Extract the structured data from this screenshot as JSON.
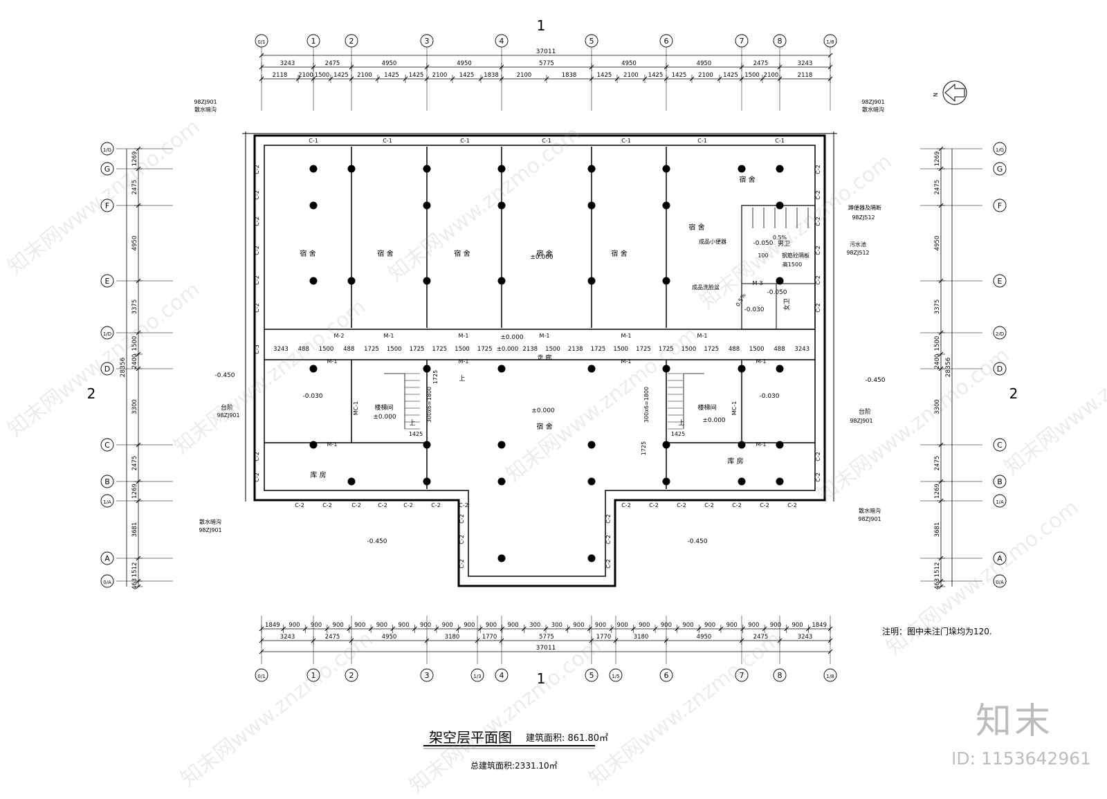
{
  "drawing": {
    "title": "架空层平面图",
    "area": "建筑面积: 861.80㎡",
    "total_area": "总建筑面积:2331.10㎡",
    "note": "注明：图中未注门垛均为120.",
    "section_mark": "1",
    "side_mark": "2",
    "north": "N",
    "logo": "知末",
    "image_id": "ID: 1153642961",
    "watermark": "知末网www.znzmo.com"
  },
  "dims": {
    "overall": "37011",
    "top_row1": [
      "3243",
      "2475",
      "4950",
      "4950",
      "5775",
      "4950",
      "4950",
      "2475",
      "3243"
    ],
    "top_row2": [
      "2118",
      "2100",
      "1500",
      "1425",
      "2100",
      "1425",
      "1425",
      "2100",
      "1425",
      "1838",
      "2100",
      "1838",
      "1425",
      "2100",
      "1425",
      "1425",
      "2100",
      "1425",
      "1500",
      "2100",
      "2118"
    ],
    "bottom_row1": [
      "1849",
      "900",
      "900",
      "900",
      "900",
      "900",
      "900",
      "900",
      "900",
      "900",
      "900",
      "900",
      "300",
      "300",
      "900",
      "900",
      "900",
      "900",
      "900",
      "900",
      "900",
      "900",
      "900",
      "900",
      "900",
      "1849"
    ],
    "bottom_row2": [
      "3243",
      "2475",
      "4950",
      "3180",
      "1770",
      "5775",
      "1770",
      "3180",
      "4950",
      "2475",
      "3243"
    ],
    "left_overall": "28356",
    "left_main": [
      "1269",
      "2475",
      "4950",
      "3375",
      "1500",
      "2400",
      "3300",
      "2475",
      "1269",
      "3681",
      "1512",
      "463"
    ],
    "right_main": [
      "1269",
      "2475",
      "4950",
      "3375",
      "1500",
      "2400",
      "3300",
      "2475",
      "1269",
      "3681",
      "1512",
      "463"
    ],
    "corridor": [
      "3243",
      "488",
      "1500",
      "488",
      "1725",
      "1500",
      "1725",
      "1725",
      "1500",
      "1725",
      "±0.000",
      "2138",
      "1500",
      "2138",
      "1725",
      "1500",
      "1725",
      "1725",
      "1500",
      "1725",
      "488",
      "1500",
      "488",
      "3243"
    ]
  },
  "axes": {
    "top": [
      "0/1",
      "1",
      "2",
      "3",
      "4",
      "5",
      "6",
      "7",
      "8",
      "1/8"
    ],
    "bottom": [
      "0/1",
      "1",
      "2",
      "3",
      "1/3",
      "4",
      "5",
      "1/5",
      "6",
      "7",
      "8",
      "1/8"
    ],
    "left": [
      "1/G",
      "G",
      "F",
      "E",
      "1/D",
      "D",
      "C",
      "B",
      "1/A",
      "A",
      "0/A"
    ],
    "right": [
      "1/G",
      "G",
      "F",
      "E",
      "2/D",
      "D",
      "C",
      "B",
      "1/A",
      "A",
      "0/A"
    ]
  },
  "rooms": {
    "dorm": "宿 舍",
    "storage": "库 房",
    "stair": "楼梯间",
    "corridor": "走 廊",
    "male_wc": "男卫",
    "female_wc": "女卫",
    "steps": "台阶",
    "up": "上"
  },
  "labels": {
    "window1": "C-1",
    "window2": "C-2",
    "window3": "C-3",
    "door1": "M-1",
    "door2": "M-2",
    "door3": "M-3",
    "door_mc": "MC-1",
    "urinal": "成品小便器",
    "basin": "成品洗脸盆",
    "partition": "钢筋砼隔板",
    "partition_h": "高1500",
    "squat": "蹲便器及隔断",
    "sewage": "污水池",
    "drain": "散水暗沟",
    "ref_901": "98ZJ901",
    "ref_512": "98ZJ512",
    "slope": "0.5%",
    "stair_dim": "300x6=1800",
    "stair_w": "1425",
    "stair_l": "1725",
    "wc_100": "100"
  },
  "levels": {
    "zero": "±0.000",
    "minus030": "-0.030",
    "minus050": "-0.050",
    "minus450": "-0.450"
  }
}
